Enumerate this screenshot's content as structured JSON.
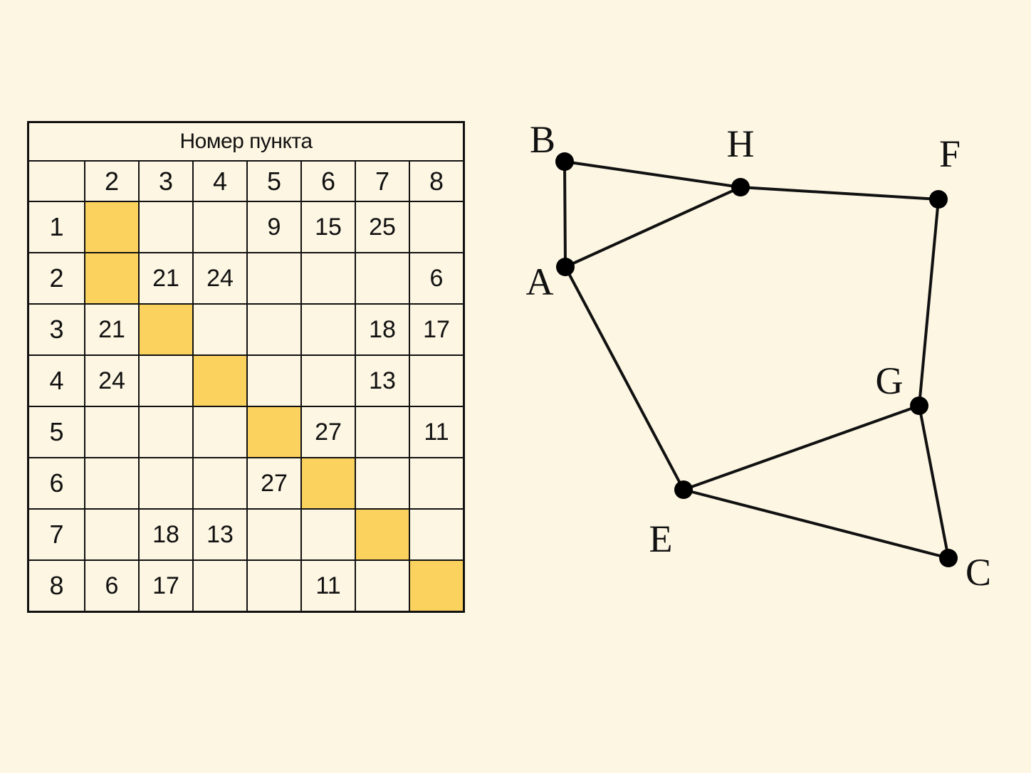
{
  "table": {
    "title": "Номер пункта",
    "column_headers": [
      "2",
      "3",
      "4",
      "5",
      "6",
      "7",
      "8"
    ],
    "rows": [
      {
        "label": "1",
        "cells": [
          "",
          "",
          "",
          "9",
          "15",
          "25",
          ""
        ],
        "shaded": [
          0
        ]
      },
      {
        "label": "2",
        "cells": [
          "",
          "21",
          "24",
          "",
          "",
          "",
          "6"
        ],
        "shaded": [
          0
        ]
      },
      {
        "label": "3",
        "cells": [
          "21",
          "",
          "",
          "",
          "",
          "18",
          "17"
        ],
        "shaded": [
          1
        ]
      },
      {
        "label": "4",
        "cells": [
          "24",
          "",
          "",
          "",
          "",
          "13",
          ""
        ],
        "shaded": [
          2
        ]
      },
      {
        "label": "5",
        "cells": [
          "",
          "",
          "",
          "",
          "27",
          "",
          "11"
        ],
        "shaded": [
          3
        ]
      },
      {
        "label": "6",
        "cells": [
          "",
          "",
          "",
          "27",
          "",
          "",
          ""
        ],
        "shaded": [
          4
        ]
      },
      {
        "label": "7",
        "cells": [
          "",
          "18",
          "13",
          "",
          "",
          "",
          ""
        ],
        "shaded": [
          5
        ]
      },
      {
        "label": "8",
        "cells": [
          "6",
          "17",
          "",
          "",
          "11",
          "",
          ""
        ],
        "shaded": [
          6
        ]
      }
    ],
    "shade_color": "#fcd25f"
  },
  "graph": {
    "vertices": [
      "A",
      "B",
      "C",
      "E",
      "F",
      "G",
      "H"
    ],
    "edges": [
      [
        "B",
        "H"
      ],
      [
        "H",
        "F"
      ],
      [
        "B",
        "A"
      ],
      [
        "A",
        "H"
      ],
      [
        "A",
        "E"
      ],
      [
        "F",
        "G"
      ],
      [
        "G",
        "E"
      ],
      [
        "G",
        "C"
      ],
      [
        "E",
        "C"
      ]
    ]
  },
  "colors": {
    "background": "#fdf6e3",
    "line": "#111111"
  }
}
